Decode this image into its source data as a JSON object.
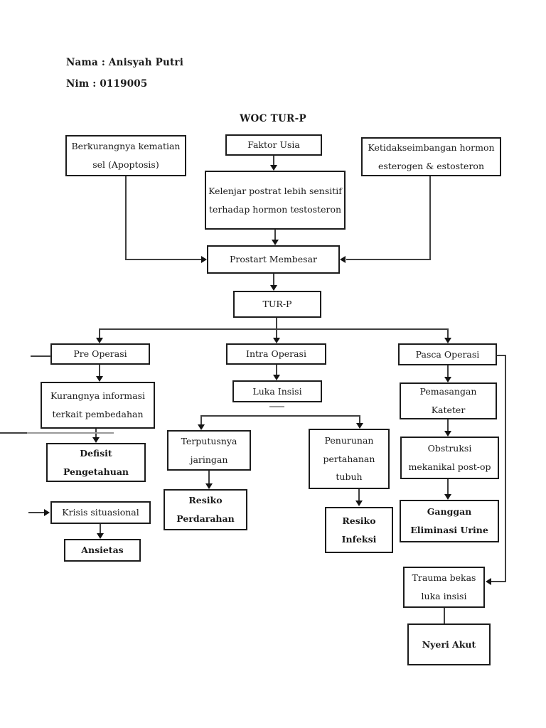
{
  "header": {
    "name": "Nama : Anisyah Putri",
    "nim": "Nim : 0119005"
  },
  "title": "WOC TUR-P",
  "flowchart": {
    "nodes": {
      "apoptosis": {
        "label": "Berkurangnya kematian sel (Apoptosis)",
        "bold": false
      },
      "faktor_usia": {
        "label": "Faktor Usia",
        "bold": false
      },
      "kelenjar": {
        "label": "Kelenjar postrat lebih sensitif terhadap hormon testosteron",
        "bold": false
      },
      "ketidakseimbangan": {
        "label": "Ketidakseimbangan hormon esterogen & estosteron",
        "bold": false
      },
      "prostart": {
        "label": "Prostart Membesar",
        "bold": false
      },
      "turp": {
        "label": "TUR-P",
        "bold": false
      },
      "pre_operasi": {
        "label": "Pre Operasi",
        "bold": false
      },
      "intra_operasi": {
        "label": "Intra Operasi",
        "bold": false
      },
      "pasca_operasi": {
        "label": "Pasca Operasi",
        "bold": false
      },
      "kurangnya_informasi": {
        "label": "Kurangnya informasi terkait pembedahan",
        "bold": false
      },
      "defisit_pengetahuan": {
        "label": "Defisit Pengetahuan",
        "bold": true
      },
      "krisis_situasional": {
        "label": "Krisis situasional",
        "bold": false
      },
      "ansietas": {
        "label": "Ansietas",
        "bold": true
      },
      "luka_insisi": {
        "label": "Luka Insisi",
        "bold": false
      },
      "terputusnya_jaringan": {
        "label": "Terputusnya jaringan",
        "bold": false
      },
      "resiko_perdarahan": {
        "label": "Resiko Perdarahan",
        "bold": true
      },
      "penurunan_pertahanan": {
        "label": "Penurunan pertahanan tubuh",
        "bold": false
      },
      "resiko_infeksi": {
        "label": "Resiko Infeksi",
        "bold": true
      },
      "pemasangan_kateter": {
        "label": "Pemasangan Kateter",
        "bold": false
      },
      "obstruksi_mekanikal": {
        "label": "Obstruksi mekanikal post-op",
        "bold": false
      },
      "ganggan_eliminasi": {
        "label": "Ganggan Eliminasi Urine",
        "bold": true
      },
      "trauma_bekas": {
        "label": "Trauma bekas luka insisi",
        "bold": false
      },
      "nyeri_akut": {
        "label": "Nyeri Akut",
        "bold": true
      }
    }
  },
  "colors": {
    "box_border": "#1c1c1c",
    "line": "#3f3f3f",
    "line_light": "#9a9a9a",
    "text": "#1a1a1a",
    "background": "#ffffff"
  }
}
